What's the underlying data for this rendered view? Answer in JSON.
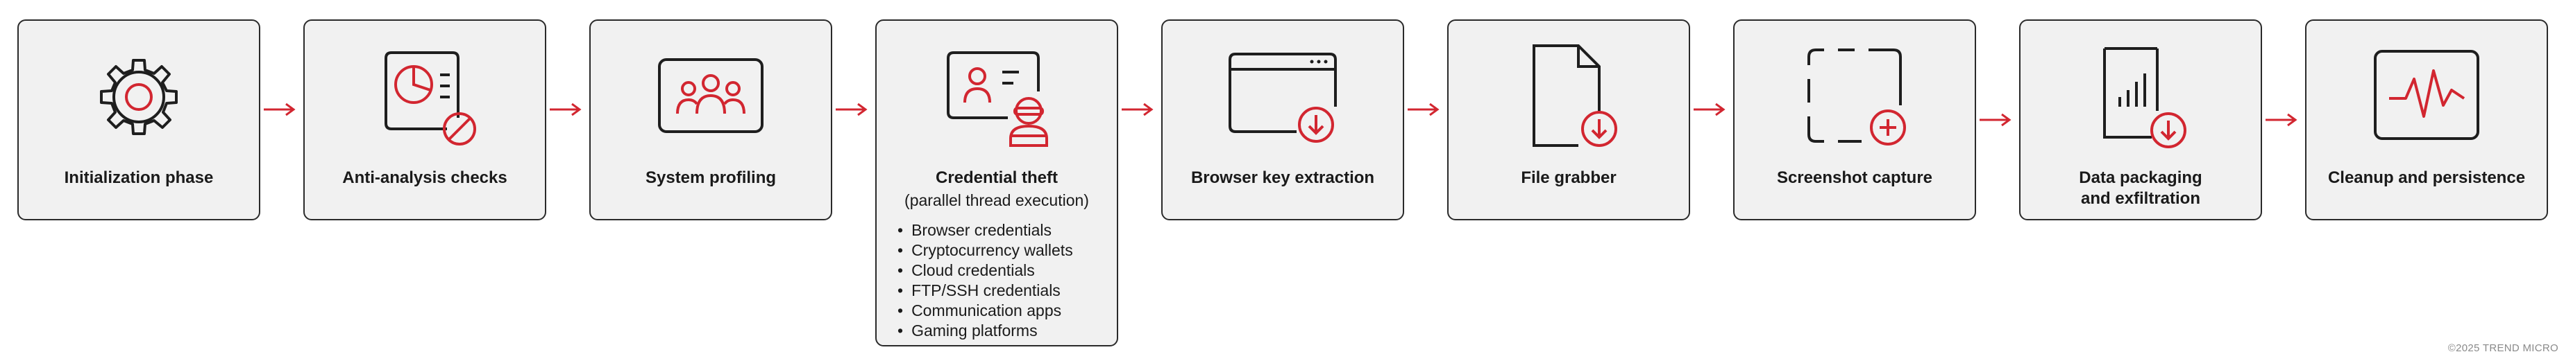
{
  "diagram": {
    "steps": [
      {
        "label": "Initialization phase",
        "icon": "gear-icon"
      },
      {
        "label": "Anti-analysis checks",
        "icon": "blocked-analysis-icon"
      },
      {
        "label": "System profiling",
        "icon": "user-group-icon"
      },
      {
        "label": "Credential theft",
        "sublabel": "(parallel thread execution)",
        "icon": "credential-thief-icon",
        "items": [
          "Browser credentials",
          "Cryptocurrency wallets",
          "Cloud credentials",
          "FTP/SSH credentials",
          "Communication apps",
          "Gaming platforms"
        ]
      },
      {
        "label": "Browser key extraction",
        "icon": "browser-download-icon"
      },
      {
        "label": "File grabber",
        "icon": "file-download-icon"
      },
      {
        "label": "Screenshot capture",
        "icon": "screenshot-add-icon"
      },
      {
        "label": "Data packaging\nand exfiltration",
        "icon": "data-export-icon"
      },
      {
        "label": "Cleanup and persistence",
        "icon": "pulse-monitor-icon"
      }
    ],
    "accent_color": "#d22630",
    "stroke_color": "#1e1e1e"
  },
  "footer": {
    "copyright": "©2025 TREND MICRO"
  }
}
